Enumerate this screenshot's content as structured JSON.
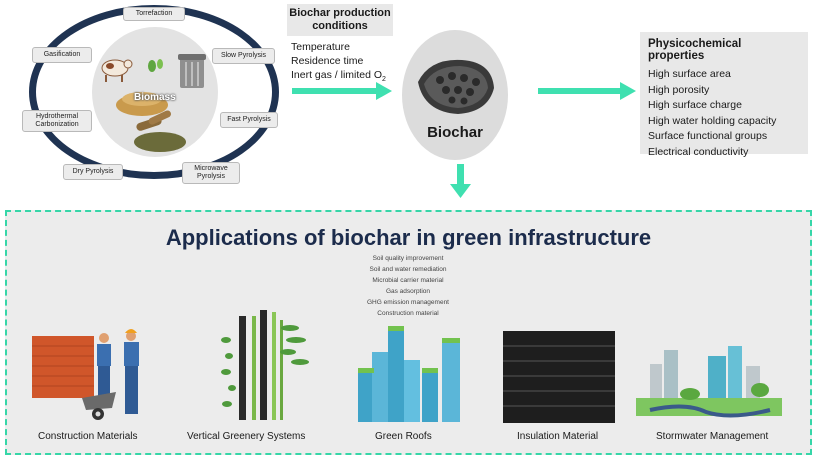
{
  "feedstock": {
    "center_label": "Biomass",
    "processes": [
      "Torrefaction",
      "Gasification",
      "Slow Pyrolysis",
      "Hydrothermal Carbonization",
      "Fast Pyrolysis",
      "Dry Pyrolysis",
      "Microwave Pyrolysis"
    ]
  },
  "conditions": {
    "title": "Biochar production conditions",
    "items": [
      "Temperature",
      "Residence time",
      "Inert gas / limited O",
      "2"
    ]
  },
  "center": {
    "label": "Biochar"
  },
  "properties": {
    "title": "Physicochemical properties",
    "items": [
      "High surface area",
      "High porosity",
      "High surface charge",
      "High water holding capacity",
      "Surface functional groups",
      "Electrical conductivity"
    ]
  },
  "applications": {
    "title": "Applications of biochar in green infrastructure",
    "uses": [
      "Soil quality improvement",
      "Soil and water remediation",
      "Microbial carrier material",
      "Gas adsorption",
      "GHG emission management",
      "Construction material"
    ],
    "categories": [
      "Construction Materials",
      "Vertical Greenery Systems",
      "Green Roofs",
      "Insulation Material",
      "Stormwater Management"
    ]
  },
  "colors": {
    "arrow": "#3fe0b0",
    "ring": "#1f3352",
    "title": "#1c2c4c",
    "frame": "#36d6a8"
  }
}
